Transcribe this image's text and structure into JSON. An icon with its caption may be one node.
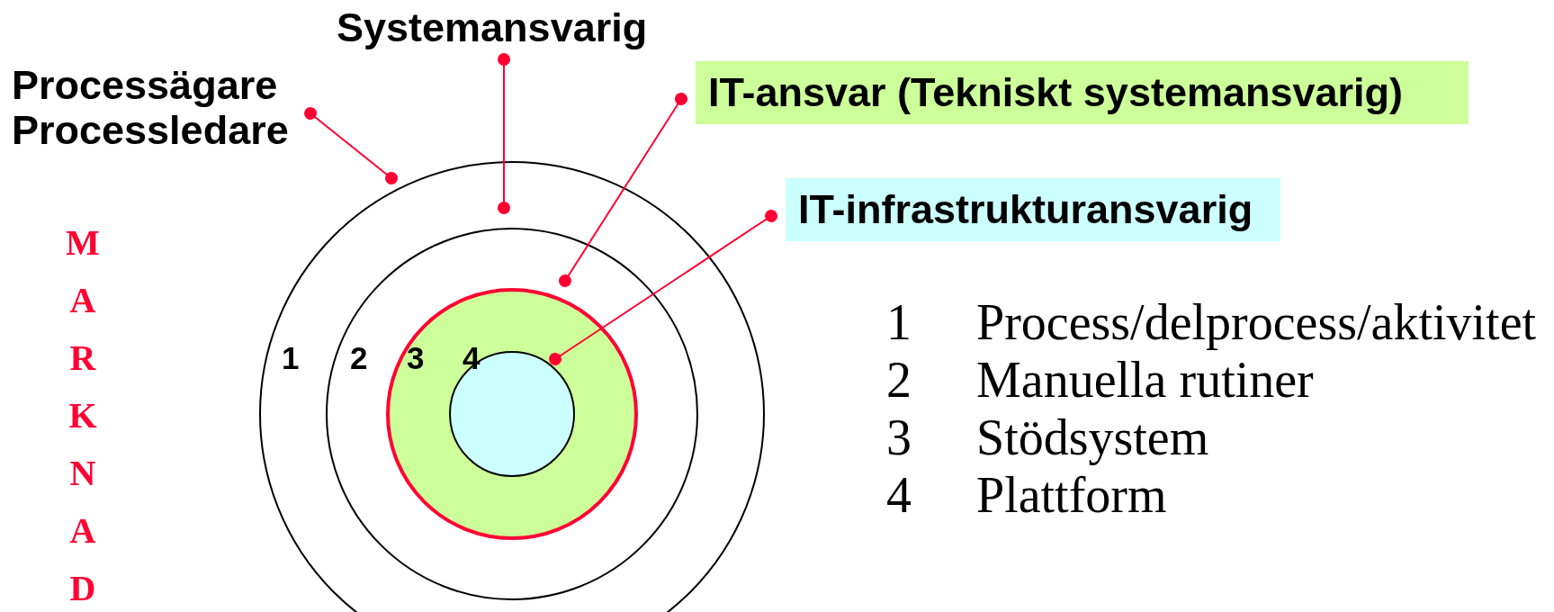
{
  "diagram": {
    "nodes": [
      {
        "text": [
          "1"
        ]
      },
      {
        "text": [
          "2"
        ],
        "in": 0
      },
      {
        "text": [
          "3"
        ],
        "in": 1
      },
      {
        "text": [
          "4"
        ],
        "in": 2
      },
      {
        "text": [
          "Systemansvarig"
        ]
      },
      {
        "text": [
          "Processägare",
          "Processledare"
        ]
      },
      {
        "text": [
          "IT-ansvar (Tekniskt systemansvarig)"
        ]
      },
      {
        "text": [
          "IT-infrastrukturansvarig"
        ]
      }
    ],
    "edges": [
      {
        "from": 5,
        "to": 0,
        "arrow": "other",
        "color": "#ff0033"
      },
      {
        "from": 4,
        "to": 1,
        "arrow": "other",
        "color": "#ff0033"
      },
      {
        "from": 6,
        "to": 2,
        "arrow": "other",
        "color": "#ff0033"
      },
      {
        "from": 7,
        "to": 3,
        "arrow": "other",
        "color": "#ff0033"
      }
    ],
    "labels": [
      "MARKNAD",
      "1",
      "Process/delprocess/aktivitet",
      "2",
      "Manuella rutiner",
      "3",
      "Stödsystem",
      "4",
      "Plattform"
    ]
  }
}
